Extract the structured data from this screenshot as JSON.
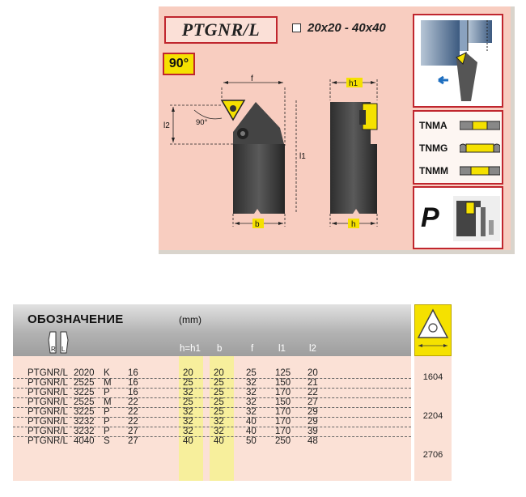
{
  "card": {
    "title": "PTGNR/L",
    "size_range": "20x20 - 40x40",
    "angle": "90°",
    "dims": {
      "f": "f",
      "h1": "h1",
      "l2": "l2",
      "l1": "l1",
      "b": "b",
      "h": "h",
      "angle": "90°"
    },
    "inserts": [
      "TNMA",
      "TNMG",
      "TNMM"
    ],
    "material": "P"
  },
  "table": {
    "title": "ОБОЗНАЧЕНИЕ",
    "unit": "(mm)",
    "rl": [
      "R",
      "L"
    ],
    "columns": [
      "h=h1",
      "b",
      "f",
      "l1",
      "l2"
    ],
    "rows": [
      {
        "code": "PTGNR/L",
        "size": "2020",
        "len": "K",
        "ins": "16",
        "h": "20",
        "b": "20",
        "f": "25",
        "l1": "125",
        "l2": "20"
      },
      {
        "code": "PTGNR/L",
        "size": "2525",
        "len": "M",
        "ins": "16",
        "h": "25",
        "b": "25",
        "f": "32",
        "l1": "150",
        "l2": "21"
      },
      {
        "code": "PTGNR/L",
        "size": "3225",
        "len": "P",
        "ins": "16",
        "h": "32",
        "b": "25",
        "f": "32",
        "l1": "170",
        "l2": "22"
      },
      {
        "code": "PTGNR/L",
        "size": "2525",
        "len": "M",
        "ins": "22",
        "h": "25",
        "b": "25",
        "f": "32",
        "l1": "150",
        "l2": "27"
      },
      {
        "code": "PTGNR/L",
        "size": "3225",
        "len": "P",
        "ins": "22",
        "h": "32",
        "b": "25",
        "f": "32",
        "l1": "170",
        "l2": "29"
      },
      {
        "code": "PTGNR/L",
        "size": "3232",
        "len": "P",
        "ins": "22",
        "h": "32",
        "b": "32",
        "f": "40",
        "l1": "170",
        "l2": "29"
      },
      {
        "code": "PTGNR/L",
        "size": "3232",
        "len": "P",
        "ins": "27",
        "h": "32",
        "b": "32",
        "f": "40",
        "l1": "170",
        "l2": "39"
      },
      {
        "code": "PTGNR/L",
        "size": "4040",
        "len": "S",
        "ins": "27",
        "h": "40",
        "b": "40",
        "f": "50",
        "l1": "250",
        "l2": "48"
      }
    ],
    "insert_codes": [
      "1604",
      "2204",
      "2706"
    ]
  },
  "colors": {
    "accent_red": "#c0262e",
    "yellow": "#f5e100",
    "card_bg": "#f8cdc0",
    "table_bg": "#fbe1d6",
    "highlight_col": "#f7ef9c"
  }
}
